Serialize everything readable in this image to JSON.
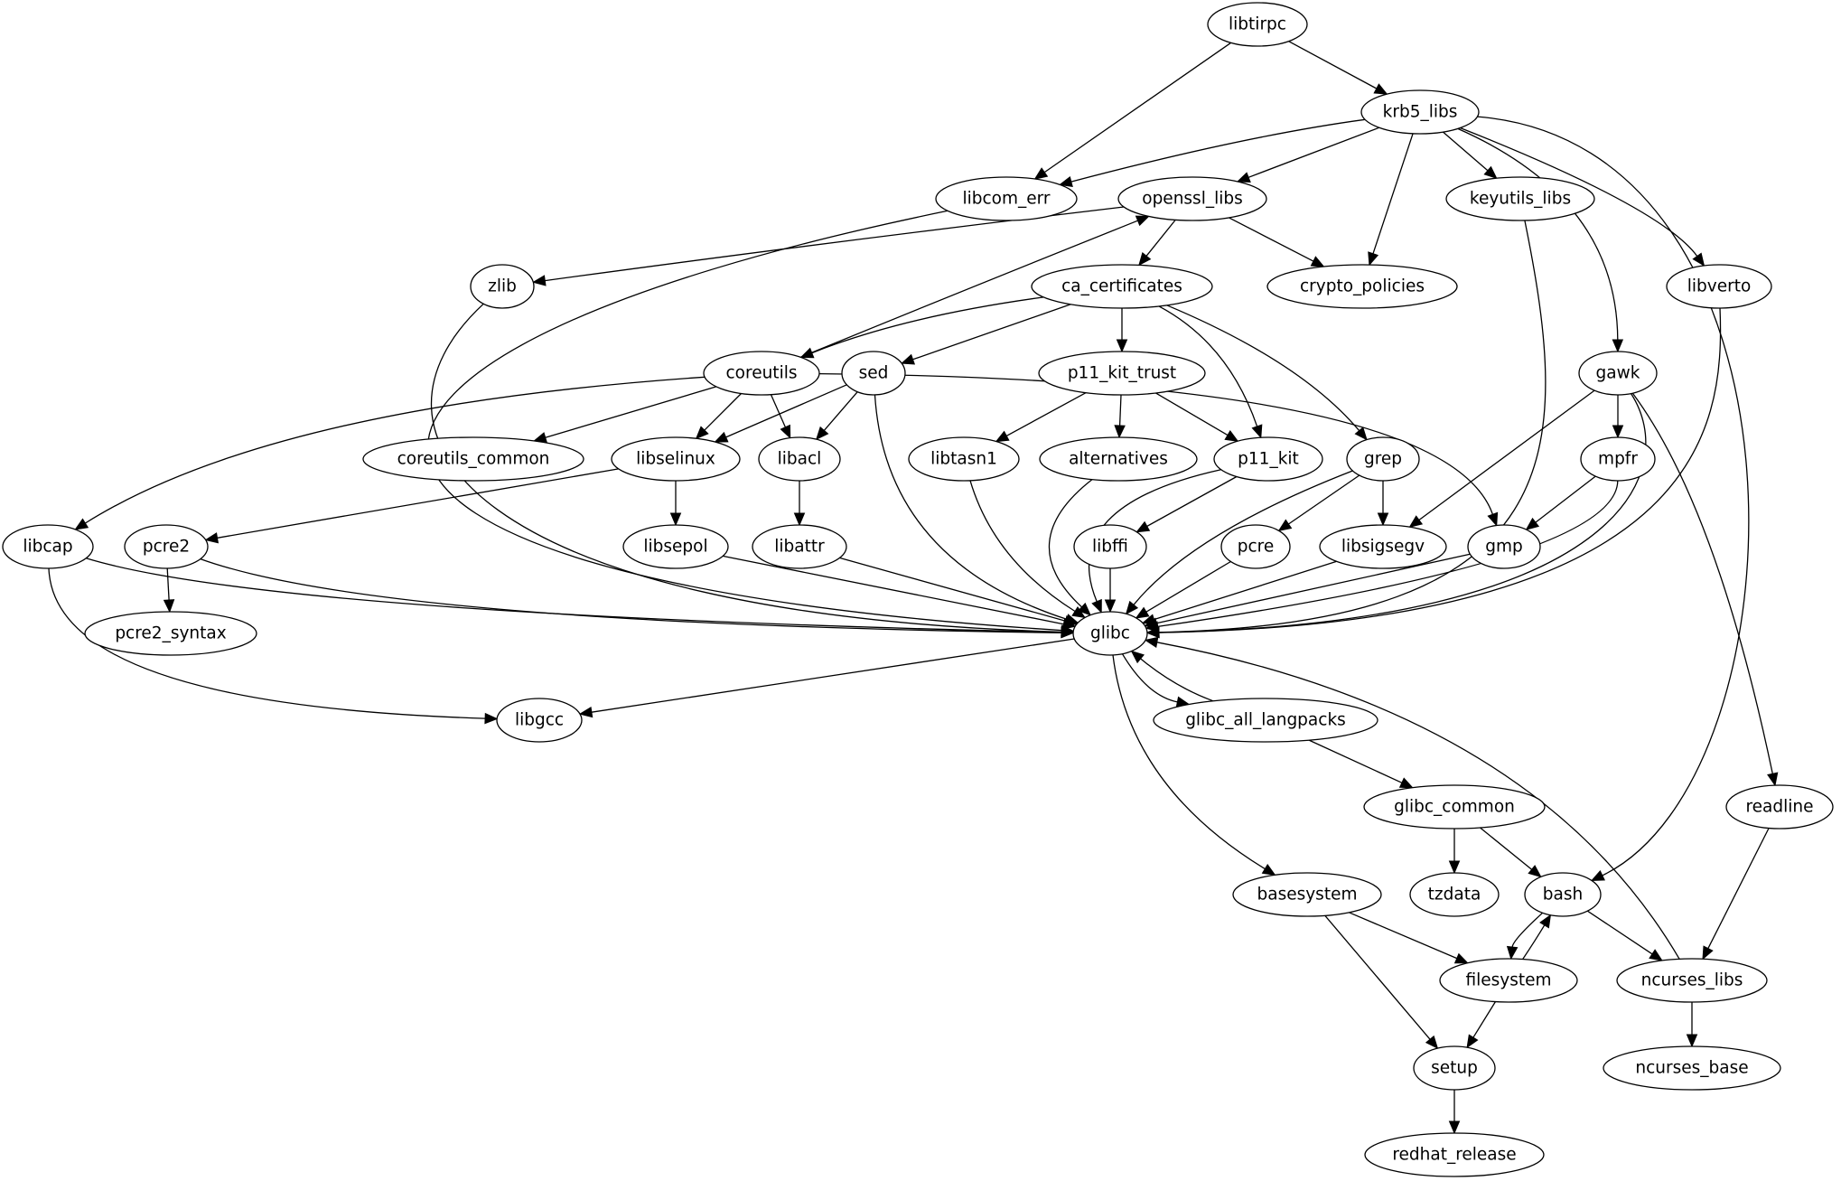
{
  "diagram": {
    "type": "directed-graph",
    "nodes": [
      {
        "id": "libtirpc",
        "label": "libtirpc"
      },
      {
        "id": "krb5_libs",
        "label": "krb5_libs"
      },
      {
        "id": "libcom_err",
        "label": "libcom_err"
      },
      {
        "id": "openssl_libs",
        "label": "openssl_libs"
      },
      {
        "id": "keyutils_libs",
        "label": "keyutils_libs"
      },
      {
        "id": "zlib",
        "label": "zlib"
      },
      {
        "id": "ca_certificates",
        "label": "ca_certificates"
      },
      {
        "id": "crypto_policies",
        "label": "crypto_policies"
      },
      {
        "id": "libverto",
        "label": "libverto"
      },
      {
        "id": "coreutils",
        "label": "coreutils"
      },
      {
        "id": "sed",
        "label": "sed"
      },
      {
        "id": "p11_kit_trust",
        "label": "p11_kit_trust"
      },
      {
        "id": "gawk",
        "label": "gawk"
      },
      {
        "id": "coreutils_common",
        "label": "coreutils_common"
      },
      {
        "id": "libselinux",
        "label": "libselinux"
      },
      {
        "id": "libacl",
        "label": "libacl"
      },
      {
        "id": "libtasn1",
        "label": "libtasn1"
      },
      {
        "id": "alternatives",
        "label": "alternatives"
      },
      {
        "id": "p11_kit",
        "label": "p11_kit"
      },
      {
        "id": "grep",
        "label": "grep"
      },
      {
        "id": "mpfr",
        "label": "mpfr"
      },
      {
        "id": "libcap",
        "label": "libcap"
      },
      {
        "id": "pcre2",
        "label": "pcre2"
      },
      {
        "id": "libsepol",
        "label": "libsepol"
      },
      {
        "id": "libattr",
        "label": "libattr"
      },
      {
        "id": "libffi",
        "label": "libffi"
      },
      {
        "id": "pcre",
        "label": "pcre"
      },
      {
        "id": "libsigsegv",
        "label": "libsigsegv"
      },
      {
        "id": "gmp",
        "label": "gmp"
      },
      {
        "id": "pcre2_syntax",
        "label": "pcre2_syntax"
      },
      {
        "id": "glibc",
        "label": "glibc"
      },
      {
        "id": "libgcc",
        "label": "libgcc"
      },
      {
        "id": "glibc_all_langpacks",
        "label": "glibc_all_langpacks"
      },
      {
        "id": "glibc_common",
        "label": "glibc_common"
      },
      {
        "id": "readline",
        "label": "readline"
      },
      {
        "id": "basesystem",
        "label": "basesystem"
      },
      {
        "id": "tzdata",
        "label": "tzdata"
      },
      {
        "id": "bash",
        "label": "bash"
      },
      {
        "id": "filesystem",
        "label": "filesystem"
      },
      {
        "id": "ncurses_libs",
        "label": "ncurses_libs"
      },
      {
        "id": "setup",
        "label": "setup"
      },
      {
        "id": "ncurses_base",
        "label": "ncurses_base"
      },
      {
        "id": "redhat_release",
        "label": "redhat_release"
      }
    ],
    "edges": [
      [
        "libtirpc",
        "krb5_libs"
      ],
      [
        "libtirpc",
        "libcom_err"
      ],
      [
        "krb5_libs",
        "libcom_err"
      ],
      [
        "krb5_libs",
        "openssl_libs"
      ],
      [
        "krb5_libs",
        "keyutils_libs"
      ],
      [
        "krb5_libs",
        "crypto_policies"
      ],
      [
        "krb5_libs",
        "libverto"
      ],
      [
        "krb5_libs",
        "gawk"
      ],
      [
        "krb5_libs",
        "bash"
      ],
      [
        "libcom_err",
        "glibc"
      ],
      [
        "openssl_libs",
        "zlib"
      ],
      [
        "openssl_libs",
        "ca_certificates"
      ],
      [
        "openssl_libs",
        "crypto_policies"
      ],
      [
        "keyutils_libs",
        "glibc"
      ],
      [
        "zlib",
        "glibc"
      ],
      [
        "ca_certificates",
        "coreutils"
      ],
      [
        "ca_certificates",
        "sed"
      ],
      [
        "ca_certificates",
        "p11_kit_trust"
      ],
      [
        "ca_certificates",
        "p11_kit"
      ],
      [
        "ca_certificates",
        "grep"
      ],
      [
        "libverto",
        "glibc"
      ],
      [
        "coreutils",
        "openssl_libs"
      ],
      [
        "coreutils",
        "coreutils_common"
      ],
      [
        "coreutils",
        "libselinux"
      ],
      [
        "coreutils",
        "libacl"
      ],
      [
        "coreutils",
        "libcap"
      ],
      [
        "coreutils",
        "gmp"
      ],
      [
        "sed",
        "libselinux"
      ],
      [
        "sed",
        "libacl"
      ],
      [
        "sed",
        "glibc"
      ],
      [
        "p11_kit_trust",
        "libtasn1"
      ],
      [
        "p11_kit_trust",
        "alternatives"
      ],
      [
        "p11_kit_trust",
        "p11_kit"
      ],
      [
        "gawk",
        "mpfr"
      ],
      [
        "gawk",
        "libsigsegv"
      ],
      [
        "gawk",
        "glibc"
      ],
      [
        "gawk",
        "readline"
      ],
      [
        "libselinux",
        "pcre2"
      ],
      [
        "libselinux",
        "libsepol"
      ],
      [
        "libacl",
        "libattr"
      ],
      [
        "libtasn1",
        "glibc"
      ],
      [
        "alternatives",
        "glibc"
      ],
      [
        "p11_kit",
        "libffi"
      ],
      [
        "p11_kit",
        "glibc"
      ],
      [
        "grep",
        "pcre"
      ],
      [
        "grep",
        "libsigsegv"
      ],
      [
        "grep",
        "glibc"
      ],
      [
        "mpfr",
        "gmp"
      ],
      [
        "mpfr",
        "glibc"
      ],
      [
        "libcap",
        "glibc"
      ],
      [
        "libcap",
        "libgcc"
      ],
      [
        "pcre2",
        "pcre2_syntax"
      ],
      [
        "pcre2",
        "glibc"
      ],
      [
        "libsepol",
        "glibc"
      ],
      [
        "libattr",
        "glibc"
      ],
      [
        "libffi",
        "glibc"
      ],
      [
        "pcre",
        "glibc"
      ],
      [
        "libsigsegv",
        "glibc"
      ],
      [
        "gmp",
        "glibc"
      ],
      [
        "glibc",
        "libgcc"
      ],
      [
        "glibc",
        "glibc_all_langpacks"
      ],
      [
        "glibc",
        "basesystem"
      ],
      [
        "glibc_all_langpacks",
        "glibc"
      ],
      [
        "glibc_all_langpacks",
        "glibc_common"
      ],
      [
        "glibc_common",
        "tzdata"
      ],
      [
        "glibc_common",
        "bash"
      ],
      [
        "readline",
        "ncurses_libs"
      ],
      [
        "basesystem",
        "filesystem"
      ],
      [
        "basesystem",
        "setup"
      ],
      [
        "bash",
        "filesystem"
      ],
      [
        "bash",
        "ncurses_libs"
      ],
      [
        "filesystem",
        "bash"
      ],
      [
        "filesystem",
        "setup"
      ],
      [
        "ncurses_libs",
        "glibc"
      ],
      [
        "ncurses_libs",
        "ncurses_base"
      ],
      [
        "setup",
        "redhat_release"
      ]
    ]
  }
}
